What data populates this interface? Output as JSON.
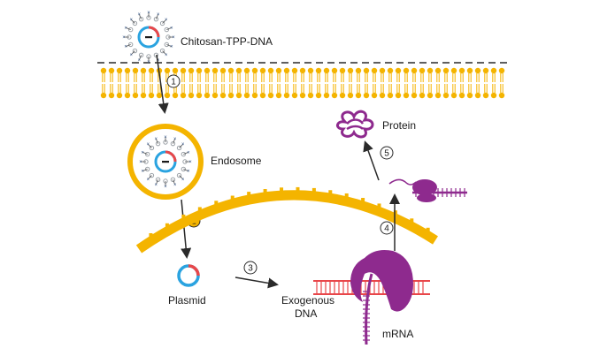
{
  "labels": {
    "complex": "Chitosan-TPP-DNA",
    "endosome": "Endosome",
    "plasmid": "Plasmid",
    "exogenous_line1": "Exogenous",
    "exogenous_line2": "DNA",
    "mrna": "mRNA",
    "protein": "Protein"
  },
  "steps": [
    "1",
    "2",
    "3",
    "4",
    "5"
  ],
  "colors": {
    "membrane": "#f4b400",
    "nucleus": "#f4b400",
    "ribosome": "#8e2a8e",
    "mrna": "#8e2a8e",
    "dna": "#e8474a",
    "plasmid_blue": "#2aa3e0",
    "plasmid_red": "#e8474a",
    "chitosan": "#9aa0a6",
    "arrow": "#2a2a2a"
  },
  "icons": {
    "negative_charge": "minus-sign",
    "step_marker": "circled-number"
  }
}
